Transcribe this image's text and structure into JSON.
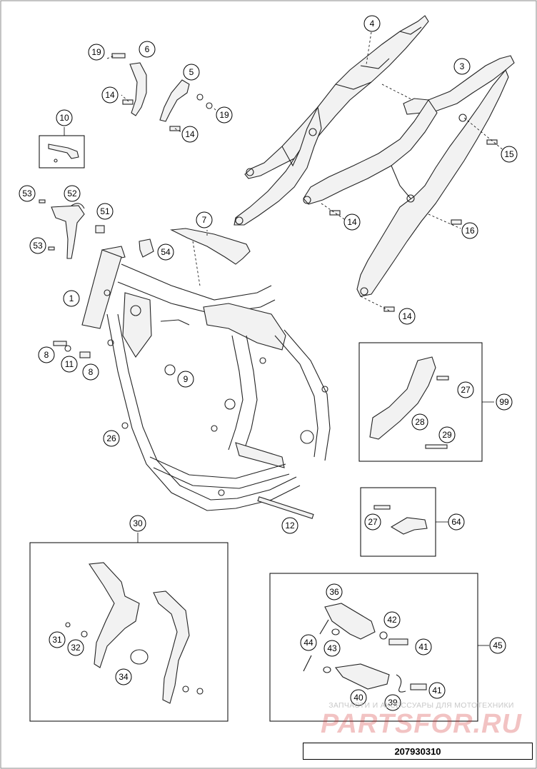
{
  "diagram": {
    "callouts": [
      {
        "id": "c1",
        "label": "1"
      },
      {
        "id": "c3",
        "label": "3"
      },
      {
        "id": "c4",
        "label": "4"
      },
      {
        "id": "c5",
        "label": "5"
      },
      {
        "id": "c6",
        "label": "6"
      },
      {
        "id": "c7",
        "label": "7"
      },
      {
        "id": "c8a",
        "label": "8"
      },
      {
        "id": "c8b",
        "label": "8"
      },
      {
        "id": "c9",
        "label": "9"
      },
      {
        "id": "c10",
        "label": "10"
      },
      {
        "id": "c11",
        "label": "11"
      },
      {
        "id": "c12",
        "label": "12"
      },
      {
        "id": "c14a",
        "label": "14"
      },
      {
        "id": "c14b",
        "label": "14"
      },
      {
        "id": "c14c",
        "label": "14"
      },
      {
        "id": "c14d",
        "label": "14"
      },
      {
        "id": "c15",
        "label": "15"
      },
      {
        "id": "c16",
        "label": "16"
      },
      {
        "id": "c19a",
        "label": "19"
      },
      {
        "id": "c19b",
        "label": "19"
      },
      {
        "id": "c26",
        "label": "26"
      },
      {
        "id": "c27a",
        "label": "27"
      },
      {
        "id": "c27b",
        "label": "27"
      },
      {
        "id": "c28",
        "label": "28"
      },
      {
        "id": "c29",
        "label": "29"
      },
      {
        "id": "c30",
        "label": "30"
      },
      {
        "id": "c31",
        "label": "31"
      },
      {
        "id": "c32",
        "label": "32"
      },
      {
        "id": "c34",
        "label": "34"
      },
      {
        "id": "c36",
        "label": "36"
      },
      {
        "id": "c39",
        "label": "39"
      },
      {
        "id": "c40",
        "label": "40"
      },
      {
        "id": "c41a",
        "label": "41"
      },
      {
        "id": "c41b",
        "label": "41"
      },
      {
        "id": "c42",
        "label": "42"
      },
      {
        "id": "c43",
        "label": "43"
      },
      {
        "id": "c44",
        "label": "44"
      },
      {
        "id": "c45",
        "label": "45"
      },
      {
        "id": "c51",
        "label": "51"
      },
      {
        "id": "c52",
        "label": "52"
      },
      {
        "id": "c53a",
        "label": "53"
      },
      {
        "id": "c53b",
        "label": "53"
      },
      {
        "id": "c54",
        "label": "54"
      },
      {
        "id": "c64",
        "label": "64"
      },
      {
        "id": "c99",
        "label": "99"
      }
    ],
    "drawing_code": "207930310",
    "watermark": {
      "top_line": "ЗАПЧАСТИ И АКСЕССУАРЫ ДЛЯ МОТОТЕХНИКИ",
      "main": "PARTSFOR.RU"
    }
  }
}
